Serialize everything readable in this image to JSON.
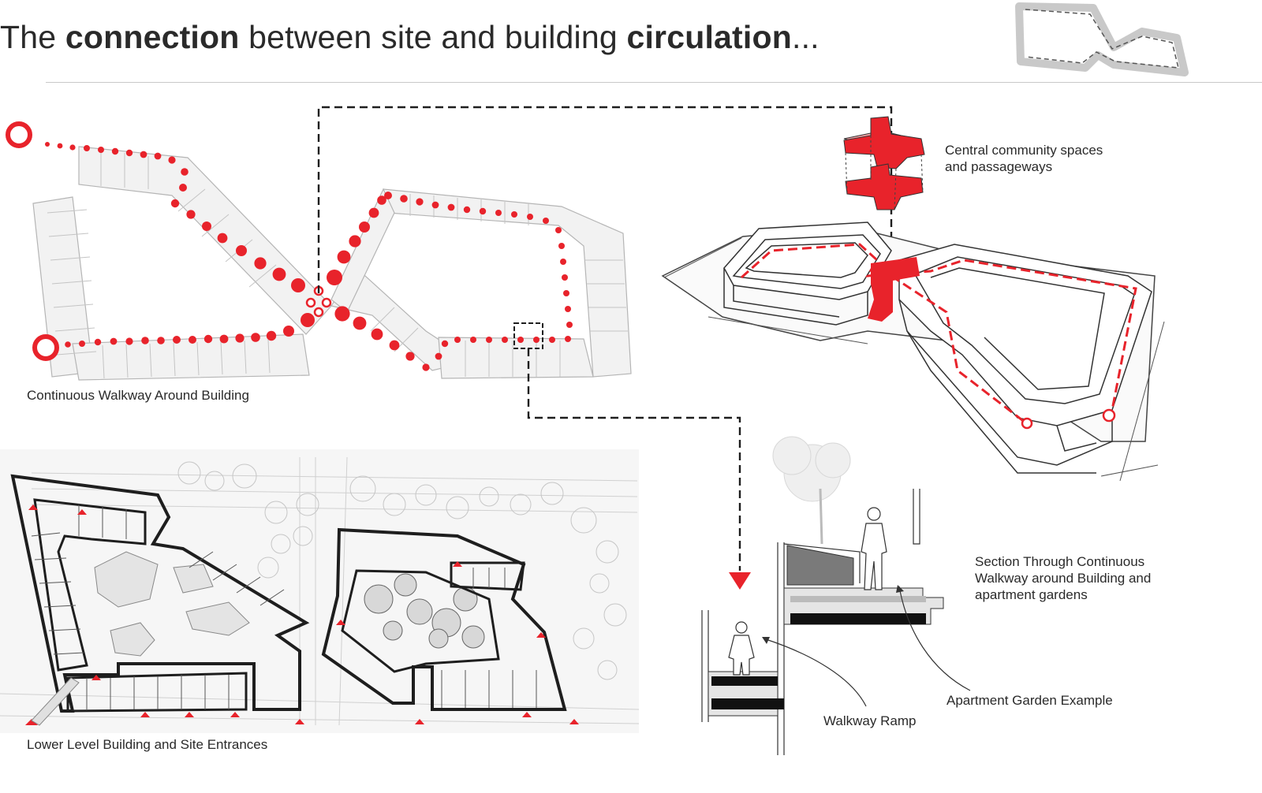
{
  "title": {
    "part1": "The ",
    "bold1": "connection",
    "part2": " between site and building ",
    "bold2": "circulation",
    "part3": "..."
  },
  "captions": {
    "walkway_plan": "Continuous Walkway Around Building",
    "lower_level": "Lower Level Building and Site Entrances",
    "community_line1": "Central community spaces",
    "community_line2": "and passageways",
    "section_line1": "Section Through  Continuous",
    "section_line2": "Walkway around Building and",
    "section_line3": "apartment gardens",
    "walkway_ramp": "Walkway Ramp",
    "apartment_garden": "Apartment Garden Example"
  },
  "colors": {
    "accent_red": "#e8232b",
    "line_dark": "#1e1e1e",
    "line_grey": "#9a9a9a",
    "background": "#ffffff"
  },
  "icons": {
    "logo": "figure-eight-loop-icon",
    "person": "person-silhouette-icon",
    "tree": "tree-icon",
    "arrow": "down-triangle-marker-icon"
  }
}
